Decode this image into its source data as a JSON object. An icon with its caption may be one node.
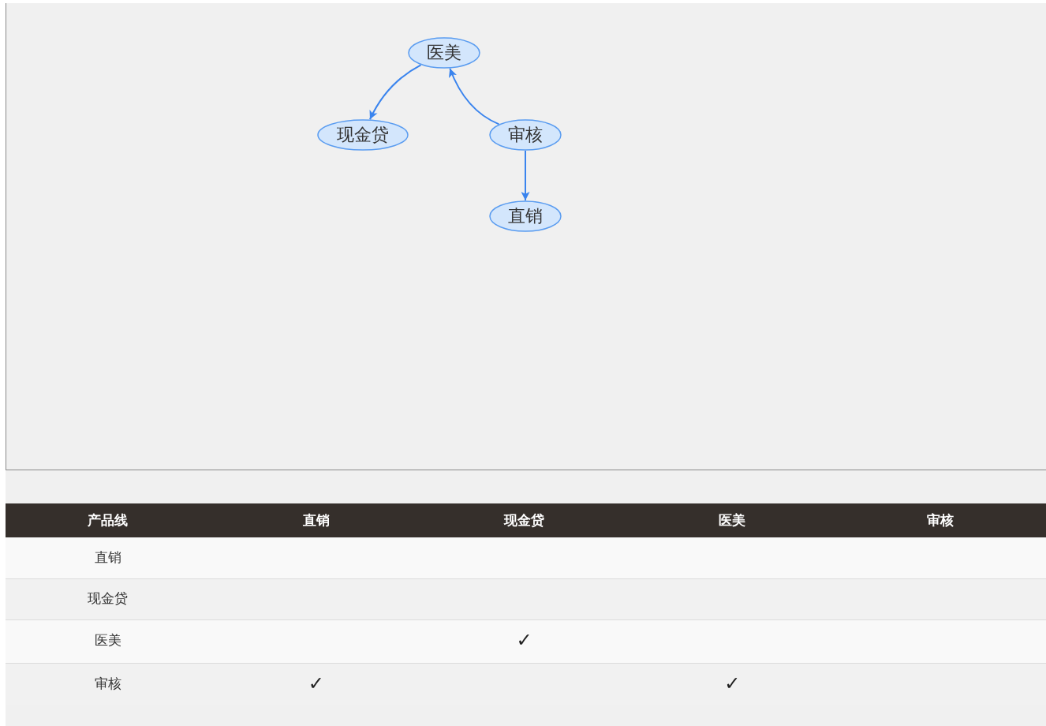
{
  "diagram": {
    "nodes": [
      {
        "text": [
          "医美"
        ]
      },
      {
        "text": [
          "现金贷"
        ]
      },
      {
        "text": [
          "审核"
        ]
      },
      {
        "text": [
          "直销"
        ]
      }
    ],
    "edges": [
      {
        "from": 0,
        "to": 1,
        "arrow": "to"
      },
      {
        "from": 2,
        "to": 0,
        "arrow": "to"
      },
      {
        "from": 2,
        "to": 3,
        "arrow": "to"
      }
    ],
    "labels": [
      "产品线",
      "直销",
      "现金贷",
      "医美",
      "审核",
      "直销",
      "现金贷",
      "医美",
      "✓",
      "审核",
      "✓",
      "✓"
    ]
  }
}
